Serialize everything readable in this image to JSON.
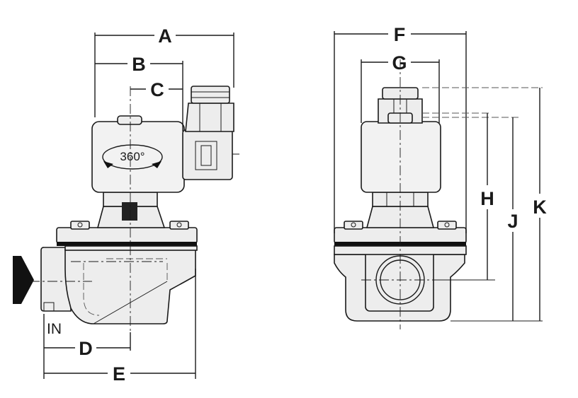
{
  "dimensions": {
    "A": "A",
    "B": "B",
    "C": "C",
    "D": "D",
    "E": "E",
    "F": "F",
    "G": "G",
    "H": "H",
    "J": "J",
    "K": "K"
  },
  "labels": {
    "inlet": "IN",
    "rotation": "360°"
  }
}
